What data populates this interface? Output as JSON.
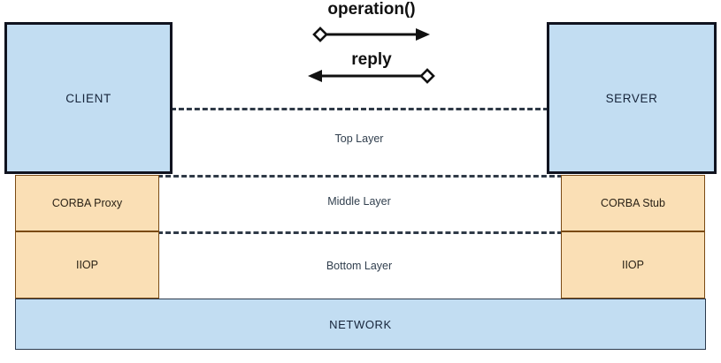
{
  "diagram": {
    "title_hidden": "",
    "colors": {
      "endpoint_fill": "#c2ddf2",
      "endpoint_stroke": "#10131f",
      "stack_fill": "#fadfb5",
      "stack_stroke": "#7a4a14",
      "network_fill": "#c2ddf2",
      "dash_stroke": "#2f3a47",
      "arrow_stroke": "#111111",
      "text_dark": "#16243a"
    },
    "endpoints": {
      "client": "CLIENT",
      "server": "SERVER"
    },
    "client_stack": [
      {
        "label": "CORBA Proxy"
      },
      {
        "label": "IIOP"
      }
    ],
    "server_stack": [
      {
        "label": "CORBA Stub"
      },
      {
        "label": "IIOP"
      }
    ],
    "network": "NETWORK",
    "layers": [
      {
        "name": "Top Layer"
      },
      {
        "name": "Middle Layer"
      },
      {
        "name": "Bottom Layer"
      }
    ],
    "messages": [
      {
        "label": "operation()",
        "direction": "right",
        "source_marker": "diamond",
        "target_marker": "arrowhead"
      },
      {
        "label": "reply",
        "direction": "left",
        "source_marker": "diamond",
        "target_marker": "arrowhead"
      }
    ]
  }
}
